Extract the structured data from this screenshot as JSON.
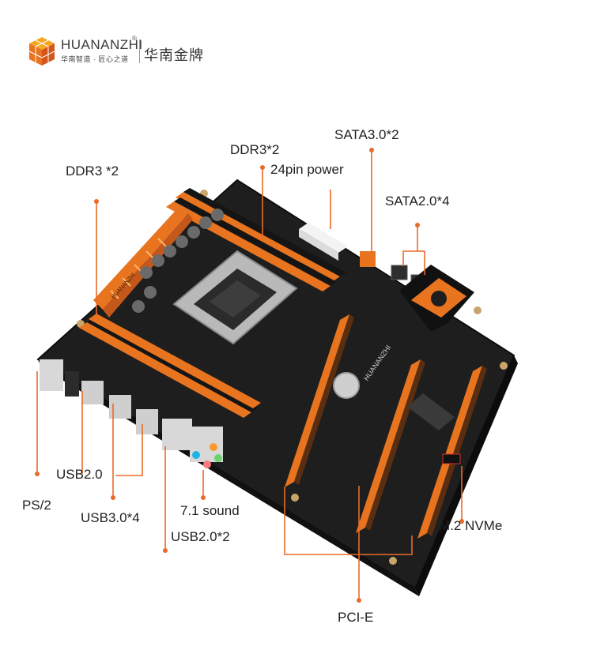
{
  "brand": {
    "name": "HUANANZHI",
    "registered": "®",
    "tagline": "华南智造 · 匠心之道",
    "chinese_name": "华南金牌"
  },
  "labels": {
    "ddr3_left": "DDR3 *2",
    "ddr3_top": "DDR3*2",
    "sata3": "SATA3.0*2",
    "power24": "24pin power",
    "sata2": "SATA2.0*4",
    "usb20": "USB2.0",
    "ps2": "PS/2",
    "usb30": "USB3.0*4",
    "sound": "7.1 sound",
    "usb20x2": "USB2.0*2",
    "pcie": "PCI-E",
    "m2": "M.2 NVMe"
  },
  "board_text": {
    "chipset_brand": "HUANANZHI",
    "ram_brand": "HUANANZHI"
  },
  "colors": {
    "accent": "#e96b2a",
    "board": "#1b1b1b",
    "slot_orange": "#e8741f",
    "callout_line": "#e96b2a"
  }
}
